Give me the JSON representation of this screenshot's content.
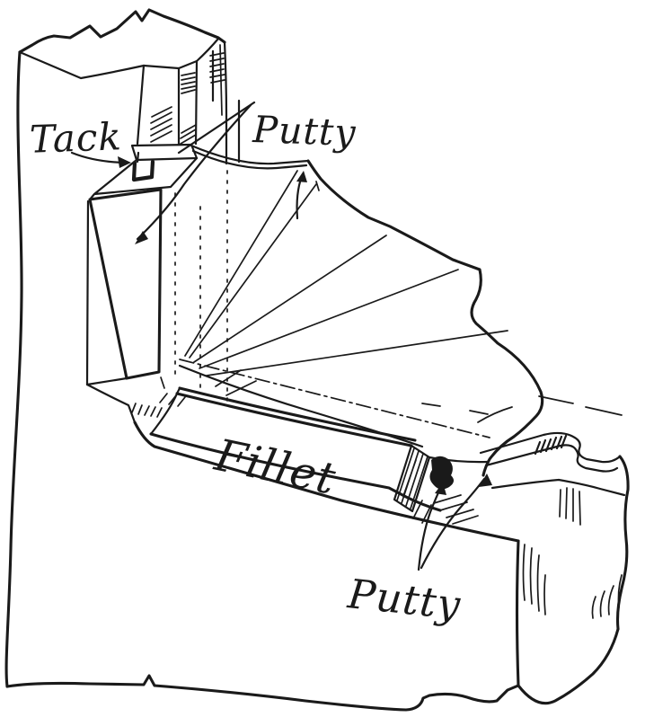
{
  "figure": {
    "background": "#ffffff",
    "ink_color": "#1a1a1a",
    "subject": "window-sash glazing corner sketch",
    "labels": {
      "tack": "Tack",
      "putty_top": "Putty",
      "fillet": "Fillet",
      "putty_bottom": "Putty"
    }
  }
}
